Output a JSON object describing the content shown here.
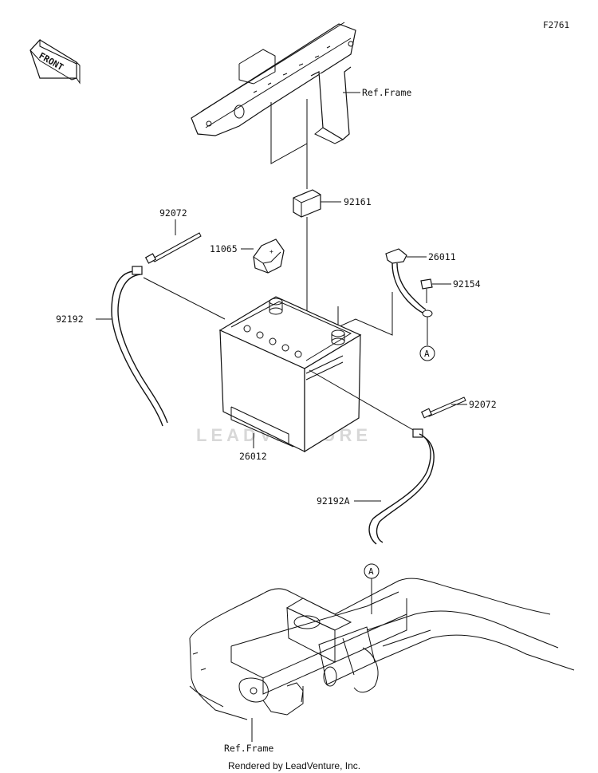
{
  "figure_code": "F2761",
  "front_label": "FRONT",
  "watermark": "LEADVENTURE",
  "footer": "Rendered by LeadVenture, Inc.",
  "callout_marker": "A",
  "labels": {
    "ref_frame_top": "Ref.Frame",
    "ref_frame_bottom": "Ref.Frame",
    "p92161": "92161",
    "p92072_left": "92072",
    "p11065": "11065",
    "p26011": "26011",
    "p92154": "92154",
    "p92192": "92192",
    "p92072_right": "92072",
    "p26012": "26012",
    "p92192A": "92192A"
  }
}
